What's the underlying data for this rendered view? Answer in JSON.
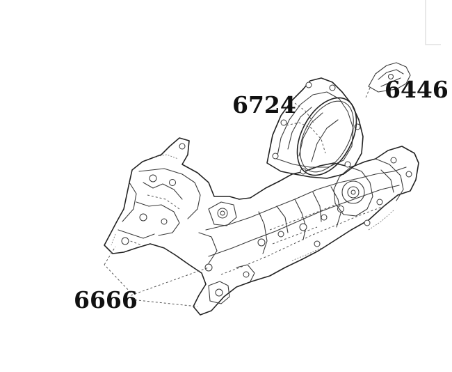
{
  "diagram": {
    "type": "exploded-parts-drawing",
    "parts": [
      {
        "ref": "6724",
        "label": "6724"
      },
      {
        "ref": "6446",
        "label": "6446"
      },
      {
        "ref": "6666",
        "label": "6666"
      }
    ]
  }
}
